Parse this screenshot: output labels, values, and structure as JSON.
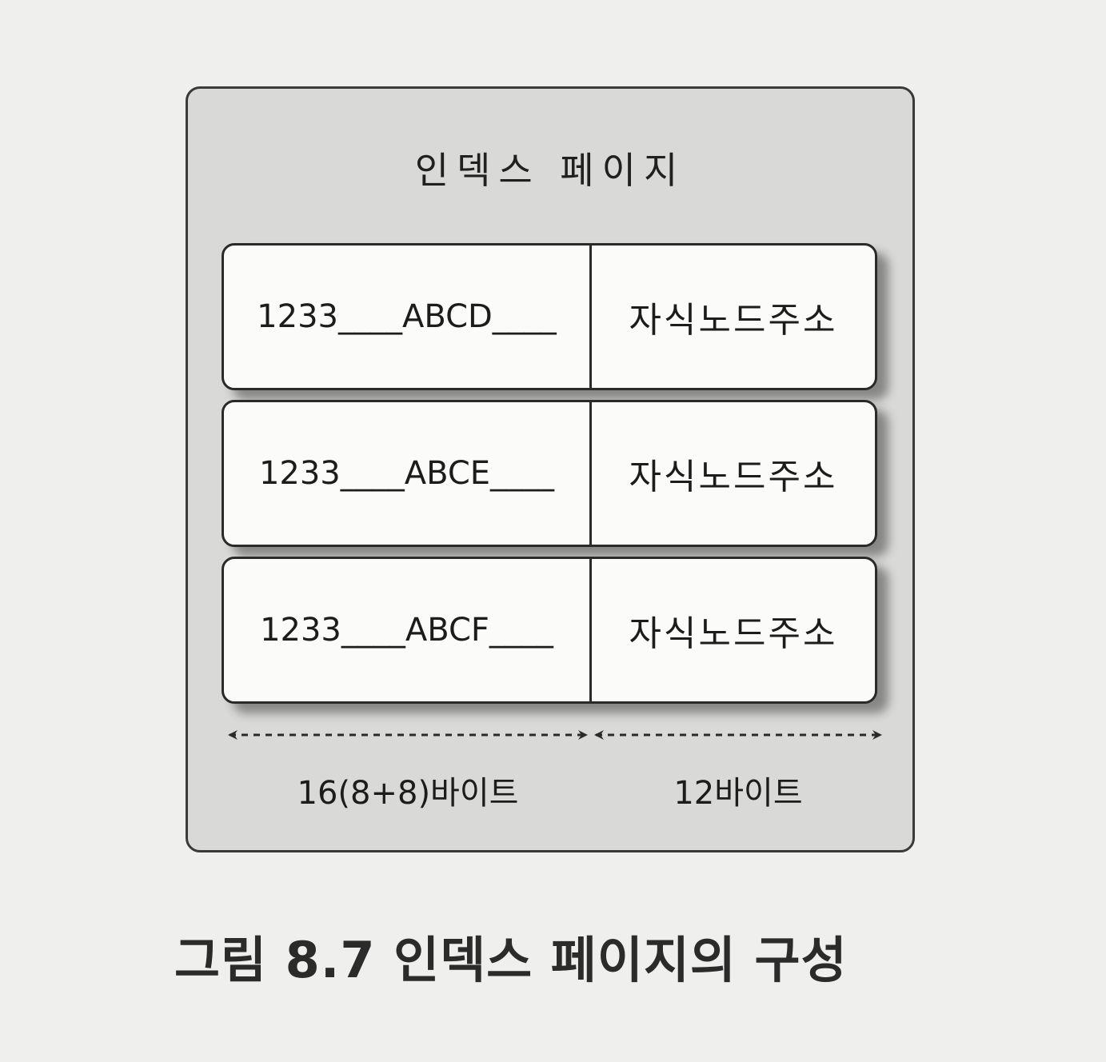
{
  "page_title": "인덱스 페이지",
  "entries": [
    {
      "key": "1233____ABCD____",
      "pointer": "자식노드주소"
    },
    {
      "key": "1233____ABCE____",
      "pointer": "자식노드주소"
    },
    {
      "key": "1233____ABCF____",
      "pointer": "자식노드주소"
    }
  ],
  "dimensions": {
    "key_size": "16(8+8)바이트",
    "pointer_size": "12바이트"
  },
  "caption": "그림 8.7 인덱스 페이지의 구성"
}
